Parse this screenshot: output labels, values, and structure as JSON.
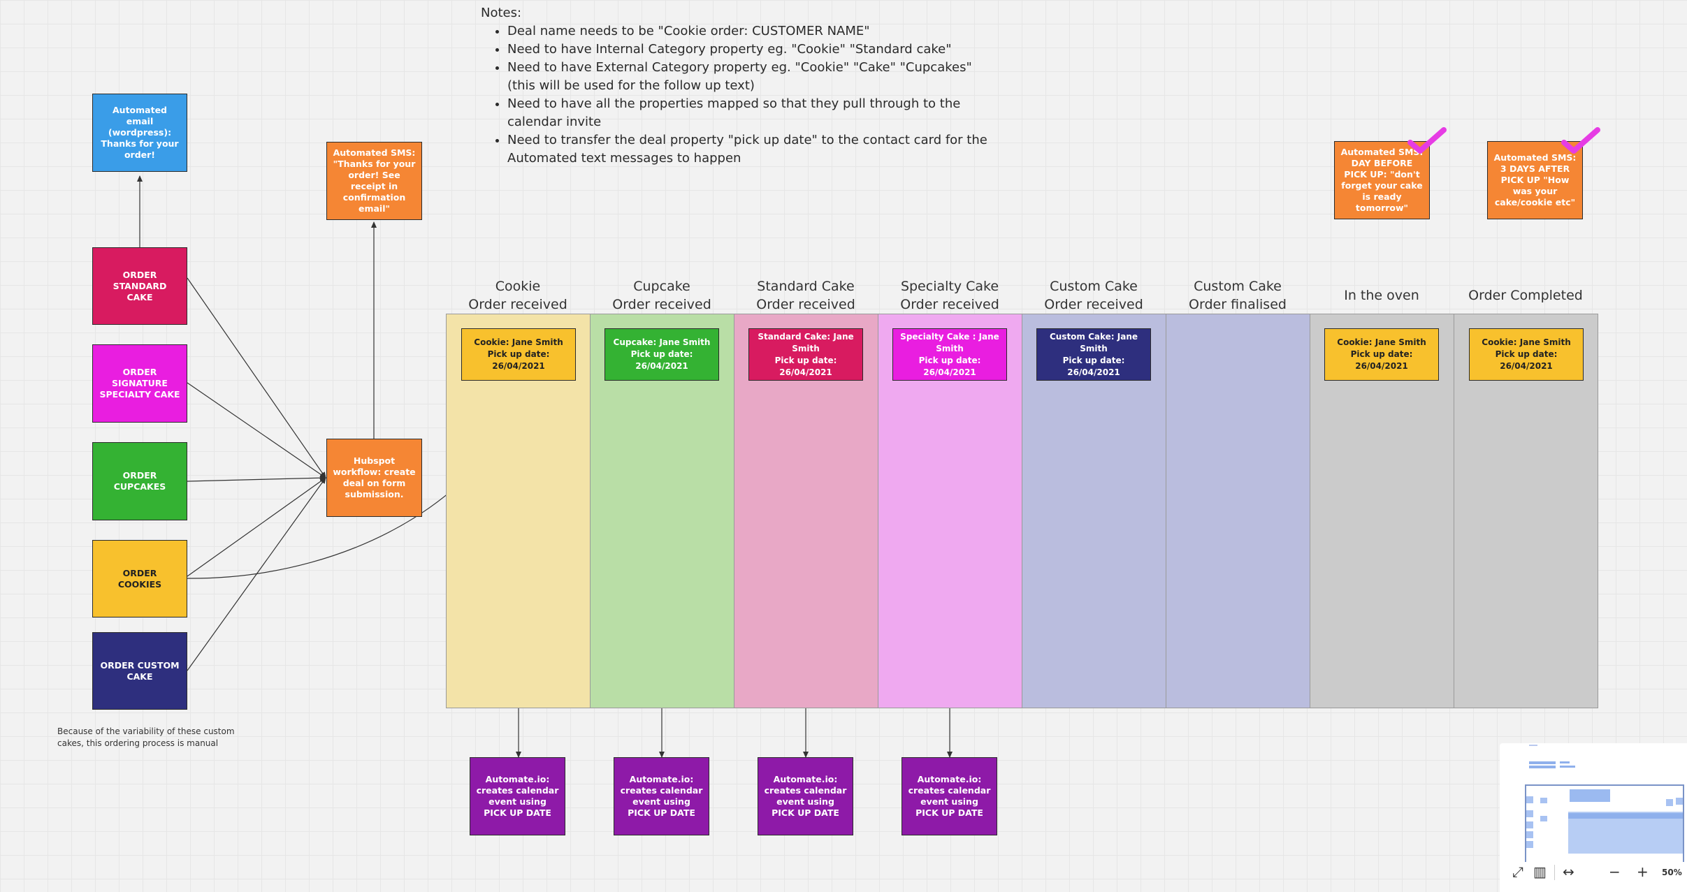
{
  "notes": {
    "heading": "Notes:",
    "items": [
      "Deal name needs to be \"Cookie order: CUSTOMER NAME\"",
      "Need to have Internal Category property eg. \"Cookie\" \"Standard cake\"",
      "Need to have External Category property eg. \"Cookie\" \"Cake\" \"Cupcakes\" (this will be used for the follow up text)",
      "Need to have all the properties mapped so that they pull through to the calendar invite",
      "Need to transfer the deal property \"pick up date\" to the contact card for the Automated text messages to happen"
    ]
  },
  "left_stickies": {
    "email": "Automated email (wordpress): Thanks for your order!",
    "standard": "ORDER\nSTANDARD CAKE",
    "signature": "ORDER\nSIGNATURE\nSPECIALTY CAKE",
    "cupcakes": "ORDER\nCUPCAKES",
    "cookies": "ORDER\nCOOKIES",
    "custom": "ORDER CUSTOM\nCAKE",
    "sms_thanks": "Automated SMS: \"Thanks for your order! See receipt in confirmation email\"",
    "workflow": "Hubspot workflow: create deal on form submission."
  },
  "manual_note": "Because of the variability of these custom cakes, this ordering process is manual",
  "columns": [
    {
      "title": "Cookie\nOrder received",
      "card": "Cookie: Jane Smith\nPick up date: 26/04/2021"
    },
    {
      "title": "Cupcake\nOrder received",
      "card": "Cupcake: Jane Smith\nPick up date: 26/04/2021"
    },
    {
      "title": "Standard Cake\nOrder received",
      "card": "Standard Cake: Jane Smith\nPick up date: 26/04/2021"
    },
    {
      "title": "Specialty Cake\nOrder received",
      "card": "Specialty Cake : Jane Smith\nPick up date: 26/04/2021"
    },
    {
      "title": "Custom Cake\nOrder received",
      "card": "Custom Cake: Jane Smith\nPick up date: 26/04/2021"
    },
    {
      "title": "Custom Cake\nOrder finalised",
      "card": ""
    },
    {
      "title": "In the oven",
      "card": "Cookie: Jane Smith\nPick up date: 26/04/2021"
    },
    {
      "title": "Order Completed",
      "card": "Cookie: Jane Smith\nPick up date: 26/04/2021"
    }
  ],
  "automate_label": "Automate.io: creates calendar event using PICK UP DATE",
  "right_sms": {
    "day_before": "Automated SMS: DAY BEFORE PICK UP: \"don't forget your cake is ready tomorrow\"",
    "after_pickup": "Automated SMS: 3 DAYS AFTER PICK UP \"How was your cake/cookie etc\""
  },
  "toolbar": {
    "zoom": "50%"
  },
  "colors": {
    "blue": "#3a9de8",
    "crimson": "#d81b60",
    "magenta": "#e91ee0",
    "green": "#34b233",
    "yellow": "#f8c12d",
    "navy": "#2e2f7e",
    "orange": "#f58634",
    "purple": "#8e1aa8",
    "check": "#e63ce4"
  }
}
